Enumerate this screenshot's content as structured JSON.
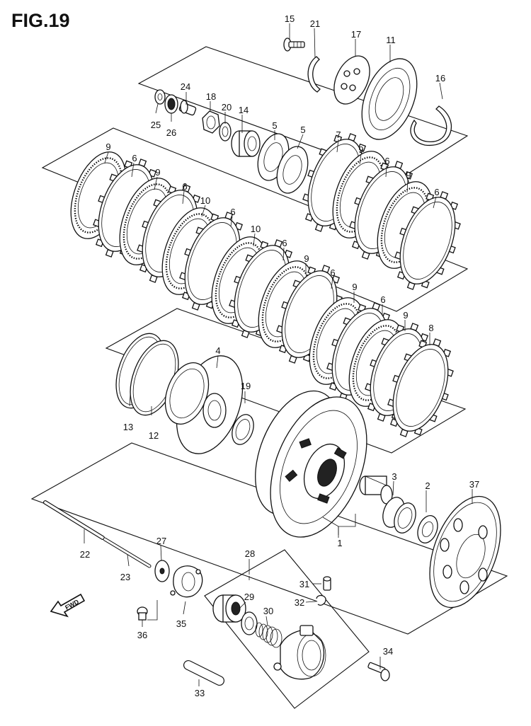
{
  "figure": {
    "title": "FIG.19",
    "fwd_label": "FWD"
  },
  "callouts": [
    {
      "id": "c15",
      "text": "15"
    },
    {
      "id": "c21",
      "text": "21"
    },
    {
      "id": "c17",
      "text": "17"
    },
    {
      "id": "c11",
      "text": "11"
    },
    {
      "id": "c16",
      "text": "16"
    },
    {
      "id": "c24",
      "text": "24"
    },
    {
      "id": "c18",
      "text": "18"
    },
    {
      "id": "c20",
      "text": "20"
    },
    {
      "id": "c14",
      "text": "14"
    },
    {
      "id": "c25",
      "text": "25"
    },
    {
      "id": "c26",
      "text": "26"
    },
    {
      "id": "c5a",
      "text": "5"
    },
    {
      "id": "c5b",
      "text": "5"
    },
    {
      "id": "c7",
      "text": "7"
    },
    {
      "id": "c9a",
      "text": "9"
    },
    {
      "id": "c6a",
      "text": "6"
    },
    {
      "id": "c9b",
      "text": "9"
    },
    {
      "id": "c6b",
      "text": "6"
    },
    {
      "id": "c10a",
      "text": "10"
    },
    {
      "id": "c6c",
      "text": "6"
    },
    {
      "id": "c10b",
      "text": "10"
    },
    {
      "id": "c6d",
      "text": "6"
    },
    {
      "id": "c9c",
      "text": "9"
    },
    {
      "id": "c6e",
      "text": "6"
    },
    {
      "id": "c9d",
      "text": "9"
    },
    {
      "id": "c6f",
      "text": "6"
    },
    {
      "id": "c9e",
      "text": "9"
    },
    {
      "id": "c8",
      "text": "8"
    },
    {
      "id": "c9f",
      "text": "9"
    },
    {
      "id": "c6g",
      "text": "6"
    },
    {
      "id": "c9g",
      "text": "9"
    },
    {
      "id": "c6h",
      "text": "6"
    },
    {
      "id": "c9h",
      "text": "9"
    },
    {
      "id": "c6i",
      "text": "6"
    },
    {
      "id": "c4",
      "text": "4"
    },
    {
      "id": "c19",
      "text": "19"
    },
    {
      "id": "c13",
      "text": "13"
    },
    {
      "id": "c12",
      "text": "12"
    },
    {
      "id": "c3",
      "text": "3"
    },
    {
      "id": "c2",
      "text": "2"
    },
    {
      "id": "c37",
      "text": "37"
    },
    {
      "id": "c1",
      "text": "1"
    },
    {
      "id": "c22",
      "text": "22"
    },
    {
      "id": "c27",
      "text": "27"
    },
    {
      "id": "c28",
      "text": "28"
    },
    {
      "id": "c23",
      "text": "23"
    },
    {
      "id": "c31",
      "text": "31"
    },
    {
      "id": "c29",
      "text": "29"
    },
    {
      "id": "c32",
      "text": "32"
    },
    {
      "id": "c30",
      "text": "30"
    },
    {
      "id": "c36",
      "text": "36"
    },
    {
      "id": "c35",
      "text": "35"
    },
    {
      "id": "c34",
      "text": "34"
    },
    {
      "id": "c33",
      "text": "33"
    }
  ]
}
